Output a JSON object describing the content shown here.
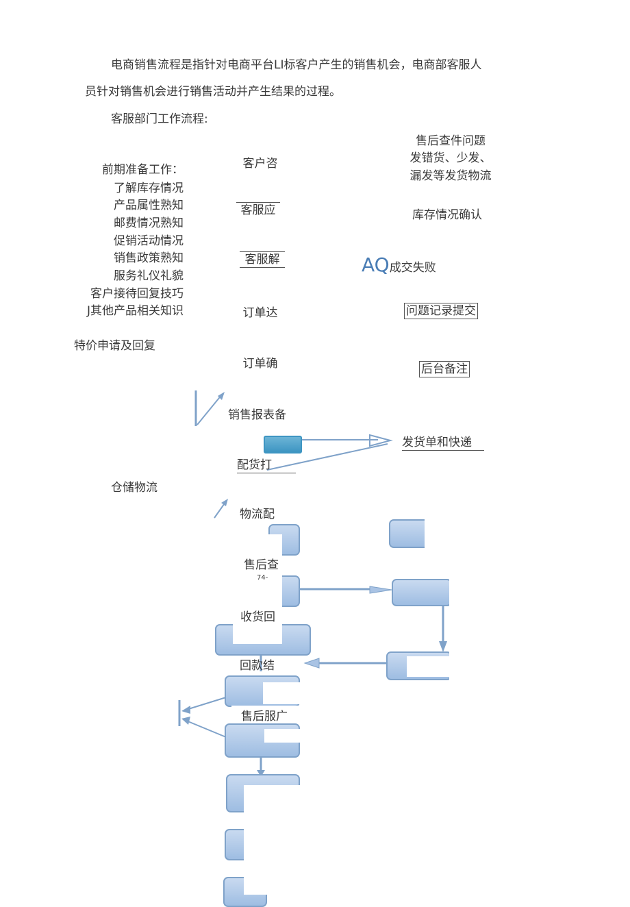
{
  "intro": {
    "line1": "电商销售流程是指针对电商平台LI标客户产生的销售机会，电商部客服人",
    "line2": "员针对销售机会进行销售活动并产生结果的过程。"
  },
  "section_title": "客服部门工作流程:",
  "prep": {
    "heading": "前期准备工作：",
    "items": [
      "了解库存情况",
      "产品属性熟知",
      "邮费情况熟知",
      "促销活动情况",
      "销售政策熟知",
      "服务礼仪礼貌",
      "客户接待回复技巧",
      "J其他产品相关知识"
    ]
  },
  "special_request": "特价申请及回复",
  "storage_logistics": "仓储物流",
  "center_steps": [
    "客户咨",
    "客服应",
    "客服解",
    "订单达",
    "订单确",
    "销售报表备",
    "配货打",
    "物流配",
    "售后查",
    "收货回",
    "回款结",
    "售后服广"
  ],
  "page_marker": "74-",
  "right": {
    "after_sales_title": "售后查件问题",
    "after_sales_line2": "发错货、少发、",
    "after_sales_line3": "漏发等发货物流",
    "inventory_confirm": "库存情况确认",
    "aq_letters": "AQ",
    "aq_text": "成交失败",
    "issue_record": "问题记录提交",
    "backend_note": "后台备注",
    "shipping": "发货单和快递"
  },
  "colors": {
    "box_fill": "#b4cbe9",
    "box_border": "#7fa2c9",
    "arrow": "#7fa2c9",
    "aq": "#4a7db5"
  }
}
